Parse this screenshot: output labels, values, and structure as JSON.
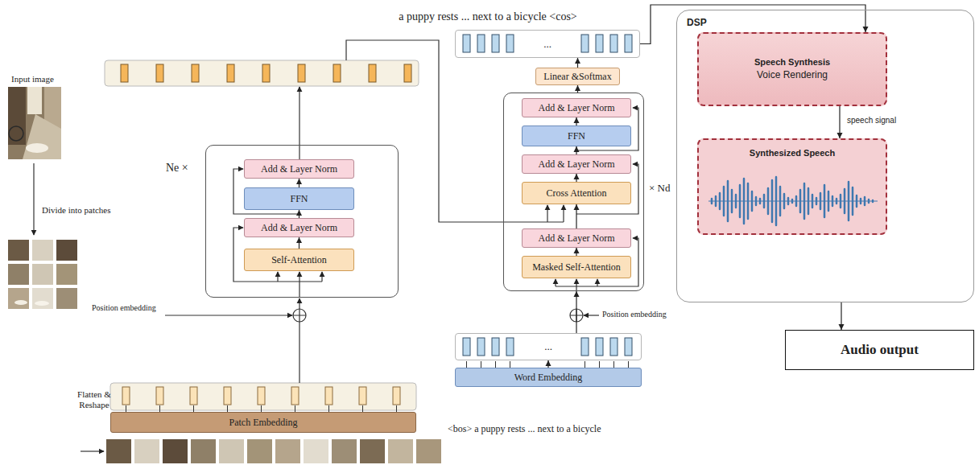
{
  "diagram": {
    "nodes": [
      {
        "text": [
          "Ne ×"
        ]
      },
      {
        "text": [
          "Add & Layer Norm"
        ],
        "in": 0
      },
      {
        "text": [
          "FFN"
        ],
        "in": 0
      },
      {
        "text": [
          "Add & Layer Norm"
        ],
        "in": 0
      },
      {
        "text": [
          "Self-Attention"
        ],
        "in": 0
      },
      {
        "text": [
          "Patch Embedding"
        ]
      },
      {
        "text": [
          "a puppy rests ... next to a bicycle <cos>",
          "..."
        ]
      },
      {
        "text": [
          "Linear &Softmax"
        ]
      },
      {
        "text": [
          "× Nd"
        ]
      },
      {
        "text": [
          "Add & Layer Norm"
        ],
        "in": 8
      },
      {
        "text": [
          "FFN"
        ],
        "in": 8
      },
      {
        "text": [
          "Add & Layer Norm"
        ],
        "in": 8
      },
      {
        "text": [
          "Cross Attention"
        ],
        "in": 8
      },
      {
        "text": [
          "Add & Layer Norm"
        ],
        "in": 8
      },
      {
        "text": [
          "Masked Self-Attention"
        ],
        "in": 8
      },
      {
        "text": [
          "..."
        ]
      },
      {
        "text": [
          "Word Embedding"
        ]
      },
      {
        "text": [
          "DSP"
        ]
      },
      {
        "text": [
          "Speech Synthesis",
          "Voice Rendering"
        ],
        "in": 17
      },
      {
        "text": [
          "Synthesized Speech"
        ],
        "in": 17
      },
      {
        "text": [
          "Audio output"
        ]
      }
    ],
    "edges": [
      {
        "from": 4,
        "to": 3,
        "arrow": "to"
      },
      {
        "from": 3,
        "to": 2,
        "arrow": "to"
      },
      {
        "from": 2,
        "to": 1,
        "arrow": "to"
      },
      {
        "from": 14,
        "to": 13,
        "arrow": "to"
      },
      {
        "from": 13,
        "to": 12,
        "arrow": "to"
      },
      {
        "from": 12,
        "to": 11,
        "arrow": "to"
      },
      {
        "from": 11,
        "to": 10,
        "arrow": "to"
      },
      {
        "from": 10,
        "to": 9,
        "arrow": "to"
      },
      {
        "from": 8,
        "to": 7,
        "arrow": "to"
      },
      {
        "from": 7,
        "to": 6,
        "arrow": "to"
      },
      {
        "from": 15,
        "to": 8,
        "arrow": "to"
      },
      {
        "from": 16,
        "to": 15,
        "arrow": "to"
      },
      {
        "from": 6,
        "to": 18,
        "arrow": "to"
      },
      {
        "from": 18,
        "to": 19,
        "label": "speech signal",
        "arrow": "to"
      },
      {
        "from": 17,
        "to": 20,
        "arrow": "to"
      }
    ],
    "labels": [
      "Input image",
      "Divide into patches",
      "Flatten & Reshape",
      "Position embedding",
      "Position embedding",
      "<bos> a puppy rests ... next to a bicycle"
    ]
  }
}
